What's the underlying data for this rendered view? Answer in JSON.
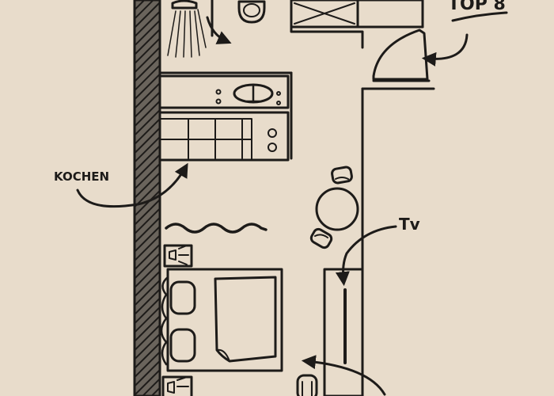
{
  "labels": {
    "kitchen": "KOCHEN",
    "tv": "Tv",
    "unit": "TOP 8"
  },
  "colors": {
    "paper": "#e8dccb",
    "ink": "#1d1b19",
    "fill": "#cdbfac",
    "wall_hatch": "#3a3632"
  }
}
